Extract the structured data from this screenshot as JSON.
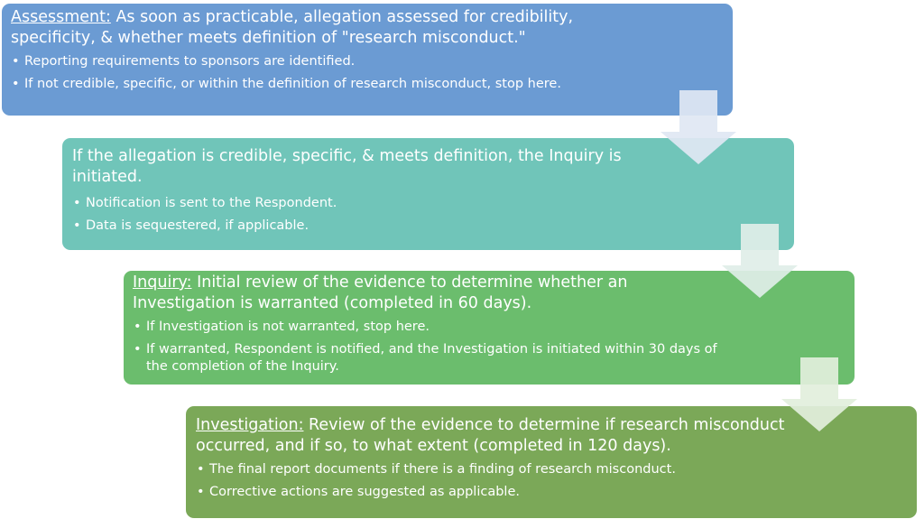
{
  "steps": [
    {
      "label": "Assessment:",
      "text": "  As soon as practicable, allegation assessed for credibility, specificity, & whether meets definition of \"research misconduct.\"",
      "bullets": [
        "Reporting requirements to sponsors are identified.",
        "If not credible, specific, or within the definition of research misconduct, stop here."
      ],
      "color": "#6b9bd3"
    },
    {
      "label": "",
      "text": "If the allegation is credible, specific, & meets definition, the Inquiry is initiated.",
      "bullets": [
        "Notification is sent to the Respondent.",
        "Data is sequestered, if applicable."
      ],
      "color": "#70c5b9"
    },
    {
      "label": "Inquiry:",
      "text": " Initial review of the evidence to determine whether an Investigation is warranted (completed in 60 days).",
      "bullets": [
        "If Investigation is not warranted, stop here.",
        "If warranted, Respondent is notified, and the Investigation is initiated within 30 days of the completion of the Inquiry."
      ],
      "color": "#6bbd6d"
    },
    {
      "label": "Investigation:",
      "text": " Review of the evidence to determine if research misconduct occurred, and if so, to what extent (completed in 120 days).",
      "bullets": [
        "The final report documents if there is a finding of research misconduct.",
        "Corrective actions are suggested as applicable."
      ],
      "color": "#7ba858"
    }
  ],
  "arrow_color": "#dfe7f3"
}
